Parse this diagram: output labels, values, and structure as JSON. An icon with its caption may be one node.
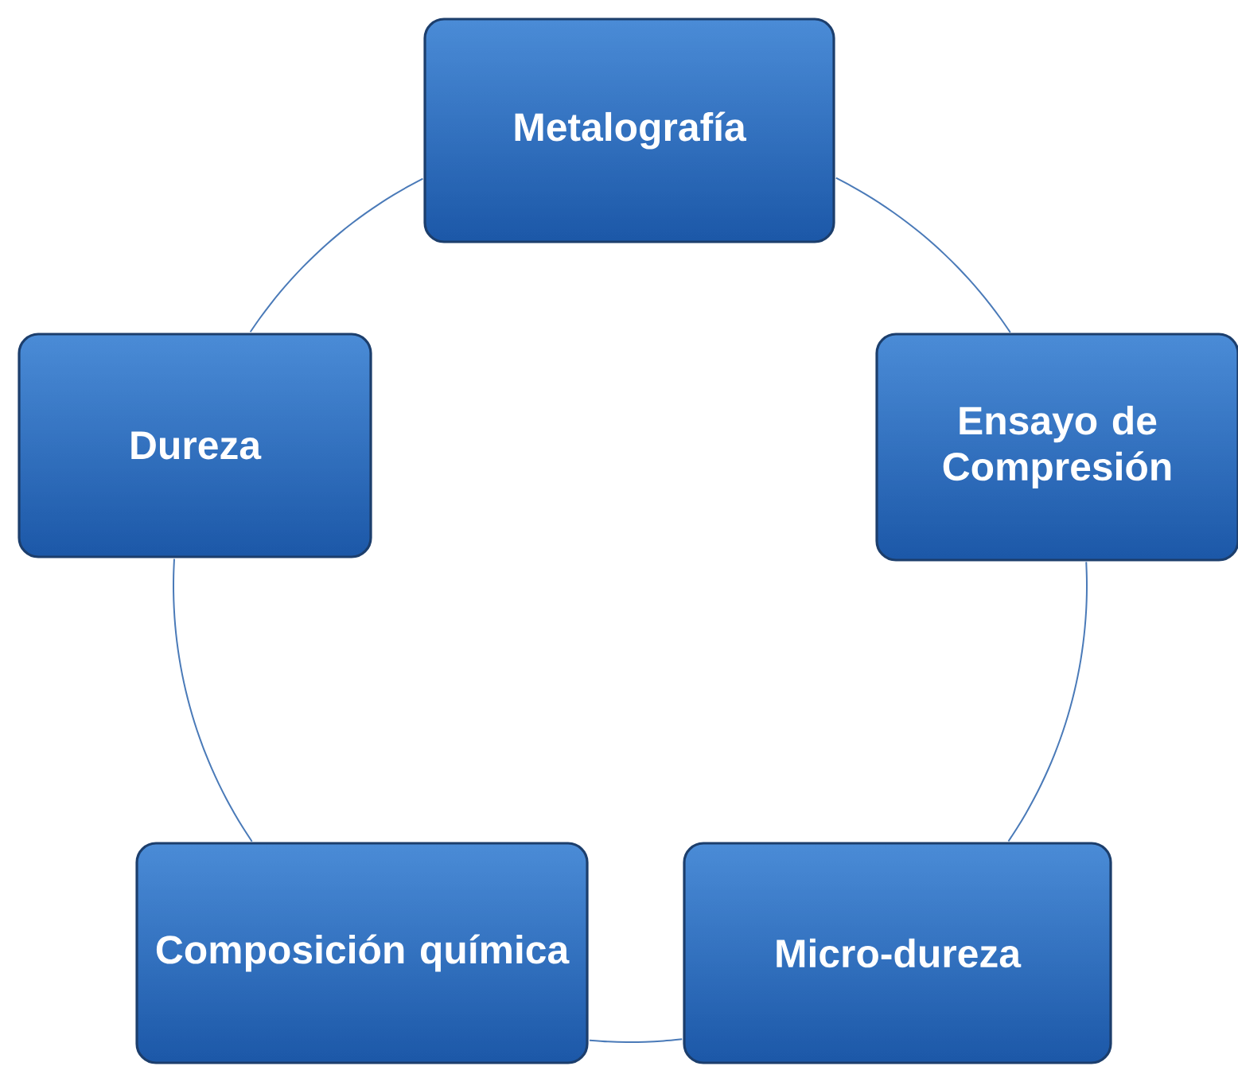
{
  "diagram": {
    "nodes": [
      {
        "text": [
          "Metalografía"
        ]
      },
      {
        "text": [
          "Ensayo de Compresión"
        ]
      },
      {
        "text": [
          "Micro-dureza"
        ]
      },
      {
        "text": [
          "Composición química"
        ]
      },
      {
        "text": [
          "Dureza"
        ]
      }
    ],
    "edges": [
      {
        "from": 0,
        "to": 1,
        "arrow": "none"
      },
      {
        "from": 1,
        "to": 2,
        "arrow": "none"
      },
      {
        "from": 2,
        "to": 3,
        "arrow": "none"
      },
      {
        "from": 3,
        "to": 4,
        "arrow": "none"
      },
      {
        "from": 4,
        "to": 0,
        "arrow": "none"
      }
    ]
  }
}
